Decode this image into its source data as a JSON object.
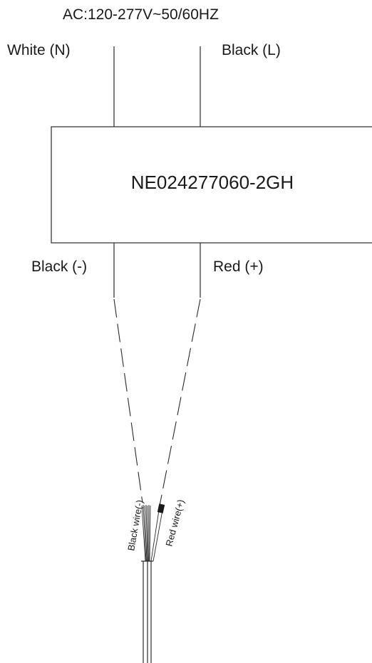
{
  "supply_label": "AC:120-277V~50/60HZ",
  "input_wires": {
    "neutral": "White (N)",
    "line": "Black (L)"
  },
  "driver": {
    "model": "NE024277060-2GH"
  },
  "output_wires": {
    "negative": "Black (-)",
    "positive": "Red (+)"
  },
  "cable": {
    "black_wire": "Black wire(-)",
    "red_wire": "Red wire(+)"
  }
}
